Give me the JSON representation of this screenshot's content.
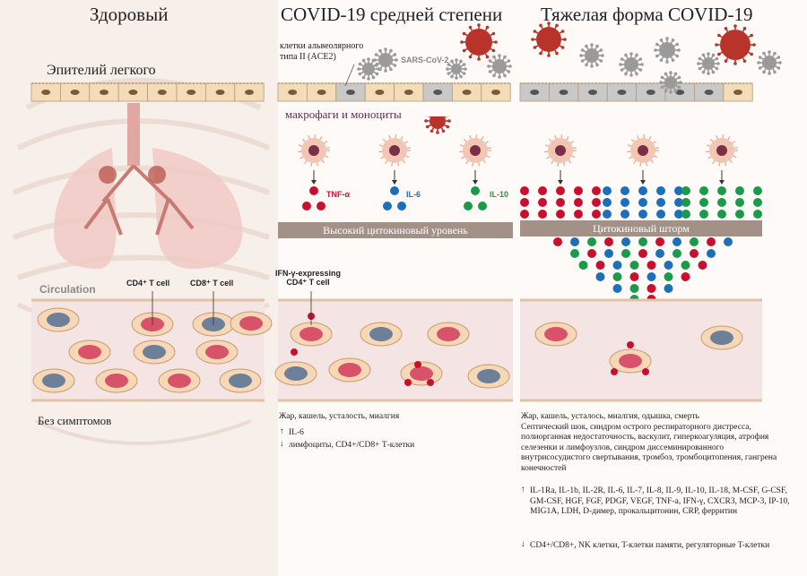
{
  "headers": {
    "healthy": "Здоровый",
    "moderate": "COVID-19 средней степени",
    "severe": "Тяжелая форма COVID-19"
  },
  "labels": {
    "lung_epithelium": "Эпителий легкого",
    "alveolar_cells": "клетки альвеолярного\nтипа II (ACE2)",
    "sars_cov_2": "SARS-CoV-2",
    "macrophages": "макрофаги и моноциты",
    "tnf": "TNF-α",
    "il6": "IL-6",
    "il10": "IL-10",
    "high_cytokine": "Высокий цитокиновый уровень",
    "cytokine_storm": "Цитокиновый шторм",
    "circulation": "Circulation",
    "cd4_t": "CD4⁺ T cell",
    "cd8_t": "CD8⁺ T cell",
    "ifn_cd4": "IFN-γ-expressing\nCD4⁺ T cell",
    "no_symptoms": "Без симптомов"
  },
  "moderate_text": {
    "symptoms": "Жар, кашель, усталость, миалгия",
    "up_mark": "↑",
    "up": "IL-6",
    "down_mark": "↓",
    "down": "лимфоциты, CD4+/CD8+ Т-клетки"
  },
  "severe_text": {
    "symptoms": "Жар, кашель, усталось, миалгия, одышка, смерть\nСептический шок, синдром острого респираторного дистресса, полиорганная недостаточность, васкулит, гиперкоагуляция, атрофия селезенки и лимфоузлов,  синдром диссеминированного внутрисосудистого свертывания, тромбоз, тромбоцитопения, гангрена конечностей",
    "up_mark": "↑",
    "up": "IL-1Ra, IL-1b, IL-2R, IL-6, IL-7, IL-8, IL-9, IL-10, IL-18, M-CSF, G-CSF, GM-CSF, HGF, FGF, PDGF, VEGF, TNF-a, IFN-γ, CXCR3, MCP-3, IP-10, MIG1A, LDH, D-димер, прокальцитонин, CRP, ферритин",
    "down_mark": "↓",
    "down": "CD4+/CD8+, NK клетки, T-клетки памяти, регуляторные T-клетки"
  },
  "colors": {
    "tnf": "#c8102e",
    "il6": "#1d6fb8",
    "il10": "#1a9a4a",
    "banner": "#a39187",
    "virus": "#b8342a",
    "virus_gray": "#9a9a9a"
  }
}
